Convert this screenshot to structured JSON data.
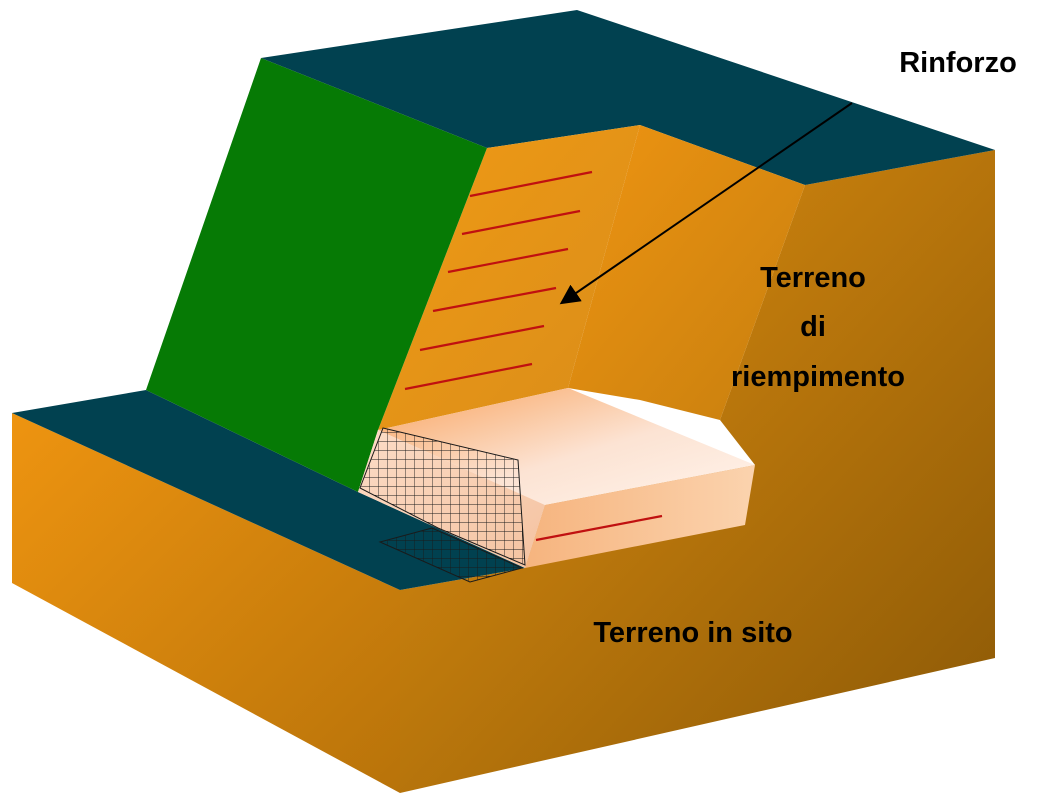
{
  "labels": {
    "reinforcement": "Rinforzo",
    "fill_soil_line1": "Terreno",
    "fill_soil_line2": "di",
    "fill_soil_line3": "riempimento",
    "in_situ_soil": "Terreno in sito"
  },
  "colors": {
    "ground_top": "#014150",
    "facing_green": "#067A05",
    "soil_orange": "#E8900C",
    "soil_dark": "#8C5A04",
    "reinforcement_line": "#C01010",
    "grid_mesh": "#1a1a1a",
    "base_layer": "#FBC9A4"
  }
}
